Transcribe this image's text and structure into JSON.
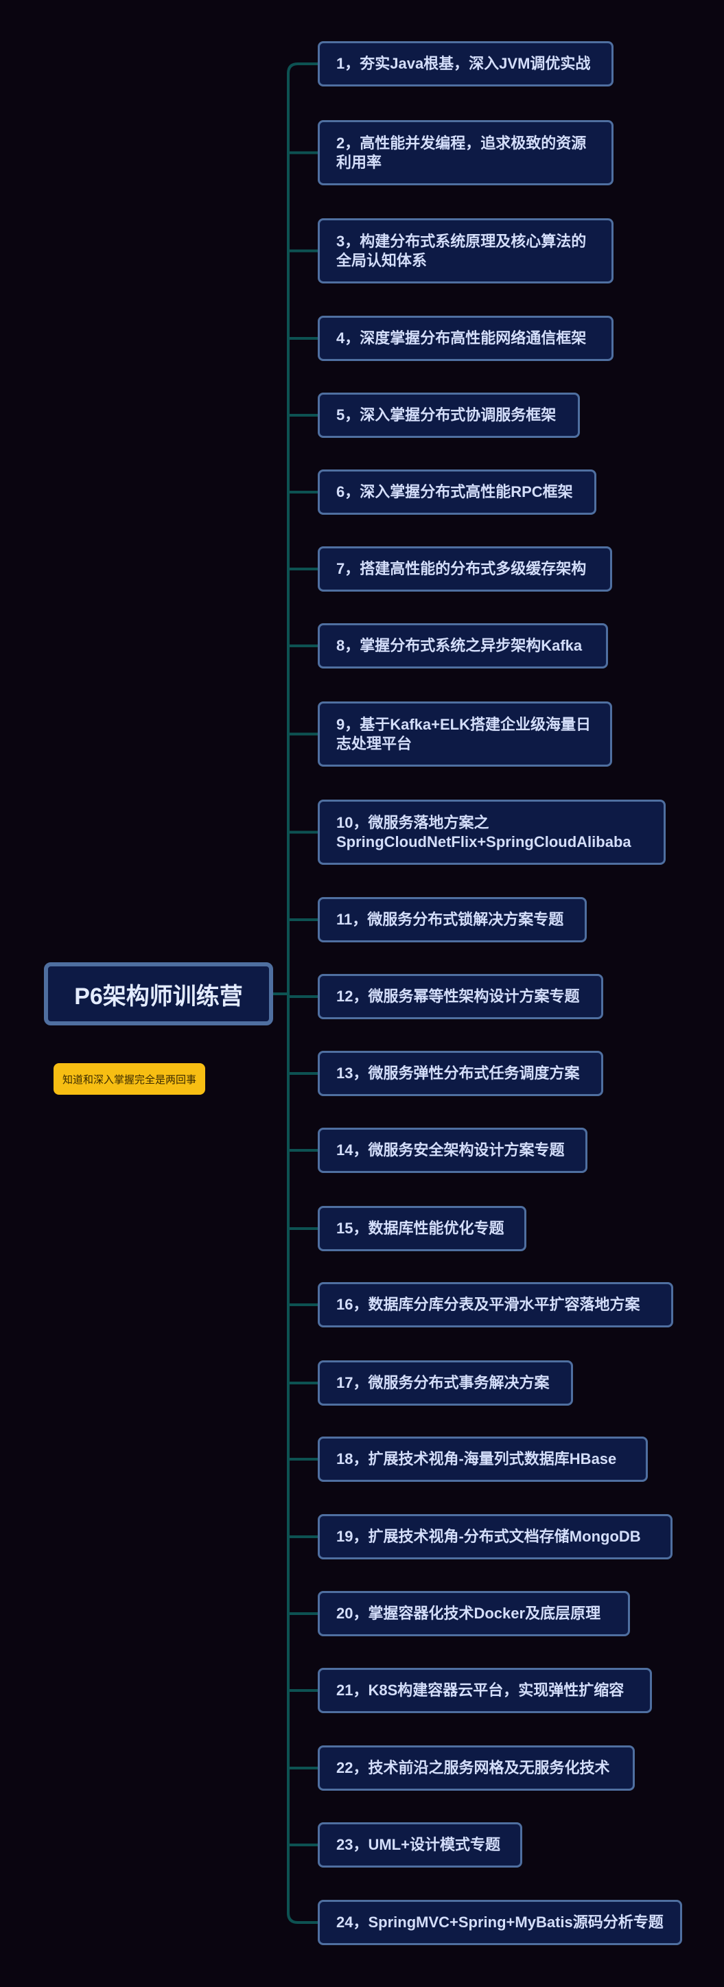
{
  "root": {
    "label": "P6架构师训练营"
  },
  "note": {
    "label": "知道和深入掌握完全是两回事"
  },
  "colors": {
    "background": "#0a0510",
    "node_fill": "#0d1a45",
    "node_border": "#4f6fa0",
    "connector": "#0d5252",
    "note_fill": "#f7be13"
  },
  "topics": [
    {
      "label": "1，夯实Java根基，深入JVM调优实战"
    },
    {
      "label": "2，高性能并发编程，追求极致的资源利用率"
    },
    {
      "label": "3，构建分布式系统原理及核心算法的全局认知体系"
    },
    {
      "label": "4，深度掌握分布高性能网络通信框架"
    },
    {
      "label": "5，深入掌握分布式协调服务框架"
    },
    {
      "label": "6，深入掌握分布式高性能RPC框架"
    },
    {
      "label": "7，搭建高性能的分布式多级缓存架构"
    },
    {
      "label": "8，掌握分布式系统之异步架构Kafka"
    },
    {
      "label": "9，基于Kafka+ELK搭建企业级海量日志处理平台"
    },
    {
      "label": "10，微服务落地方案之SpringCloudNetFlix+SpringCloudAlibaba"
    },
    {
      "label": "11，微服务分布式锁解决方案专题"
    },
    {
      "label": "12，微服务幂等性架构设计方案专题"
    },
    {
      "label": "13，微服务弹性分布式任务调度方案"
    },
    {
      "label": "14，微服务安全架构设计方案专题"
    },
    {
      "label": "15，数据库性能优化专题"
    },
    {
      "label": "16，数据库分库分表及平滑水平扩容落地方案"
    },
    {
      "label": "17，微服务分布式事务解决方案"
    },
    {
      "label": "18，扩展技术视角-海量列式数据库HBase"
    },
    {
      "label": "19，扩展技术视角-分布式文档存储MongoDB"
    },
    {
      "label": "20，掌握容器化技术Docker及底层原理"
    },
    {
      "label": "21，K8S构建容器云平台，实现弹性扩缩容"
    },
    {
      "label": "22，技术前沿之服务网格及无服务化技术"
    },
    {
      "label": "23，UML+设计模式专题"
    },
    {
      "label": "24，SpringMVC+Spring+MyBatis源码分析专题"
    }
  ]
}
